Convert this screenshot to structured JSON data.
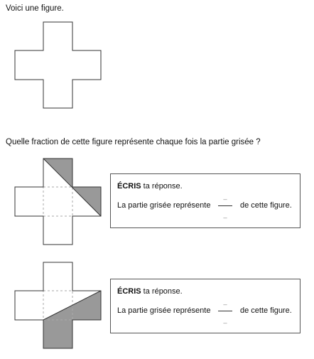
{
  "intro": "Voici une figure.",
  "question": "Quelle fraction de cette figure représente chaque fois la partie grisée ?",
  "items": [
    {
      "instruction_bold": "ÉCRIS",
      "instruction_rest": " ta réponse.",
      "sentence_start": "La partie grisée représente",
      "numerator": "_",
      "denominator": "_",
      "sentence_end": "de cette figure."
    },
    {
      "instruction_bold": "ÉCRIS",
      "instruction_rest": " ta réponse.",
      "sentence_start": "La partie grisée représente",
      "numerator": "_",
      "denominator": "_",
      "sentence_end": "de cette figure."
    }
  ],
  "colors": {
    "shade": "#999999",
    "outline": "#333333",
    "dashed": "#aaaaaa"
  }
}
